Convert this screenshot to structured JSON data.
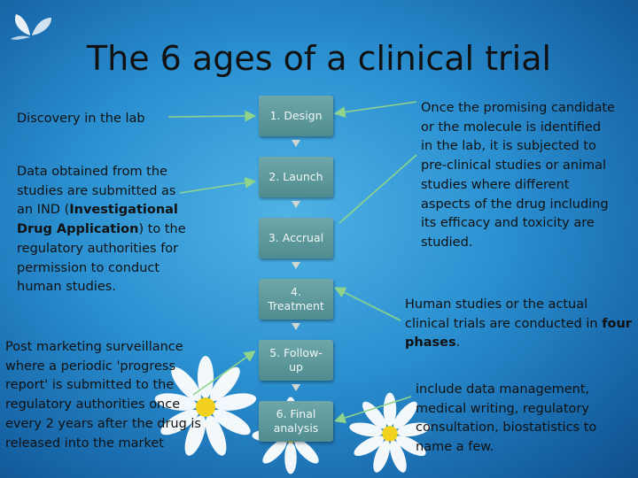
{
  "title": "The 6 ages of a clinical trial",
  "steps": [
    "1. Design",
    "2. Launch",
    "3. Accrual",
    "4. Treatment",
    "5. Follow-up",
    "6. Final analysis"
  ],
  "left": {
    "discovery": "Discovery in the lab",
    "ind_1": "Data obtained from the studies are submitted as an IND (",
    "ind_bold": "Investigational Drug Application",
    "ind_2": ") to the regulatory authorities for permission to conduct human studies.",
    "post": "Post marketing surveillance where a periodic 'progress report' is submitted to the regulatory authorities once every 2 years after the drug is released into the market"
  },
  "right": {
    "preclinical": "Once the promising candidate or the molecule is identified in the lab, it is subjected to pre-clinical studies or animal studies where different aspects of the drug including its efficacy and toxicity are studied.",
    "human_1": "Human studies or the actual clinical trials are conducted in ",
    "human_bold": "four phases",
    "human_2": ".",
    "analysis": "include data management, medical writing, regulatory consultation, biostatistics to name a few."
  },
  "colors": {
    "box_top": "#6fa7a9",
    "box_bottom": "#4f8c90",
    "arrow": "#8fd48a"
  }
}
